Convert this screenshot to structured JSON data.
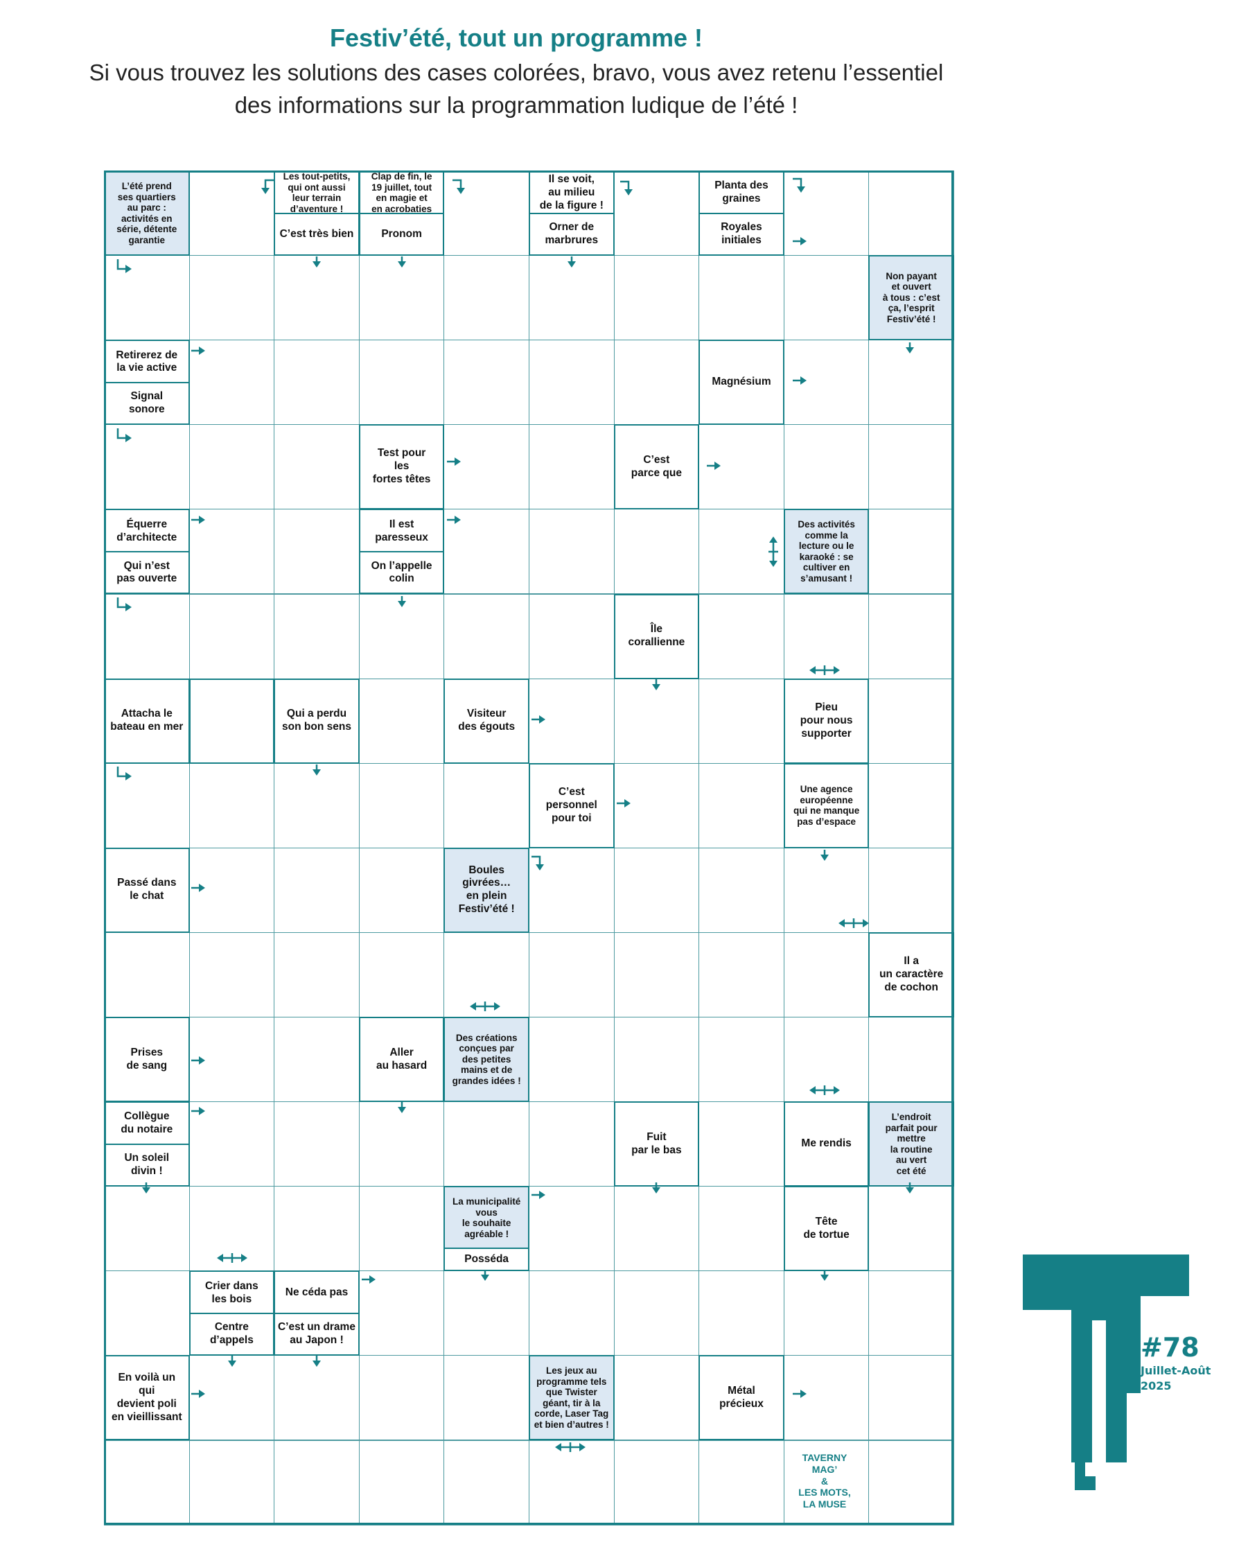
{
  "header": {
    "title": "Festiv’été, tout un programme !",
    "line1": "Si vous trouvez les solutions des cases colorées, bravo, vous avez retenu l’essentiel",
    "line2": "des informations sur la programmation ludique de l’été !"
  },
  "colors": {
    "teal": "#157f86",
    "highlight": "#dce8f3",
    "grid_line": "#4d9aa0"
  },
  "grid": {
    "columns": 10,
    "rows": 16
  },
  "clues": [
    {
      "id": "c-0-0",
      "text": "L’été prend\nses quartiers\nau parc :\nactivités en\nsérie, détente\ngarantie",
      "hl": true
    },
    {
      "id": "c-0-2a",
      "text": "Les tout-petits,\nqui ont aussi\nleur terrain\nd’aventure !",
      "hl": false
    },
    {
      "id": "c-0-2b",
      "text": "C’est très bien",
      "hl": false
    },
    {
      "id": "c-0-3a",
      "text": "Clap de fin, le\n19 juillet, tout\nen magie et\nen acrobaties",
      "hl": false
    },
    {
      "id": "c-0-3b",
      "text": "Pronom",
      "hl": false
    },
    {
      "id": "c-0-5a",
      "text": "Il se voit,\nau milieu\nde la figure !",
      "hl": false
    },
    {
      "id": "c-0-5b",
      "text": "Orner de\nmarbrures",
      "hl": false
    },
    {
      "id": "c-0-7a",
      "text": "Planta des\ngraines",
      "hl": false
    },
    {
      "id": "c-0-7b",
      "text": "Royales\ninitiales",
      "hl": false
    },
    {
      "id": "c-1-9",
      "text": "Non payant\net ouvert\nà tous : c’est\nça, l’esprit\nFestiv’été !",
      "hl": true
    },
    {
      "id": "c-2-0a",
      "text": "Retirerez de\nla vie active",
      "hl": false
    },
    {
      "id": "c-2-0b",
      "text": "Signal\nsonore",
      "hl": false
    },
    {
      "id": "c-2-7",
      "text": "Magnésium",
      "hl": false
    },
    {
      "id": "c-3-3",
      "text": "Test pour\nles\nfortes têtes",
      "hl": false
    },
    {
      "id": "c-3-6",
      "text": "C’est\nparce que",
      "hl": false
    },
    {
      "id": "c-4-0a",
      "text": "Équerre\nd’architecte",
      "hl": false
    },
    {
      "id": "c-4-0b",
      "text": "Qui n’est\npas ouverte",
      "hl": false
    },
    {
      "id": "c-4-3a",
      "text": "Il est\nparesseux",
      "hl": false
    },
    {
      "id": "c-4-3b",
      "text": "On l’appelle\ncolin",
      "hl": false
    },
    {
      "id": "c-4-8",
      "text": "Des activités\ncomme la\nlecture ou le\nkaraoké : se\ncultiver en\ns’amusant !",
      "hl": true
    },
    {
      "id": "c-5-6",
      "text": "Île\ncorallienne",
      "hl": false
    },
    {
      "id": "c-6-0",
      "text": "Attacha le\nbateau en mer",
      "hl": false
    },
    {
      "id": "c-6-1",
      "text": "",
      "hl": false
    },
    {
      "id": "c-6-2",
      "text": "Qui a perdu\nson bon sens",
      "hl": false
    },
    {
      "id": "c-6-4",
      "text": "Visiteur\ndes égouts",
      "hl": false
    },
    {
      "id": "c-6-8",
      "text": "Pieu\npour nous\nsupporter",
      "hl": false
    },
    {
      "id": "c-7-5",
      "text": "C’est\npersonnel\npour toi",
      "hl": false
    },
    {
      "id": "c-7-8",
      "text": "Une agence\neuropéenne\nqui ne manque\npas d’espace",
      "hl": false
    },
    {
      "id": "c-8-0",
      "text": "Passé dans\nle chat",
      "hl": false
    },
    {
      "id": "c-8-4",
      "text": "Boules\ngivrées…\nen plein\nFestiv’été !",
      "hl": true
    },
    {
      "id": "c-9-9",
      "text": "Il a\nun caractère\nde cochon",
      "hl": false
    },
    {
      "id": "c-10-0",
      "text": "Prises\nde sang",
      "hl": false
    },
    {
      "id": "c-10-3",
      "text": "Aller\nau hasard",
      "hl": false
    },
    {
      "id": "c-10-4",
      "text": "Des créations\nconçues par\ndes petites\nmains et de\ngrandes idées !",
      "hl": true
    },
    {
      "id": "c-11-0a",
      "text": "Collègue\ndu notaire",
      "hl": false
    },
    {
      "id": "c-11-0b",
      "text": "Un soleil\ndivin !",
      "hl": false
    },
    {
      "id": "c-11-6",
      "text": "Fuit\npar le bas",
      "hl": false
    },
    {
      "id": "c-11-8",
      "text": "Me rendis",
      "hl": false
    },
    {
      "id": "c-11-9",
      "text": "L’endroit\nparfait pour\nmettre\nla routine\nau vert\ncet été",
      "hl": true
    },
    {
      "id": "c-12-4a",
      "text": "La municipalité\nvous\nle souhaite\nagréable !",
      "hl": true
    },
    {
      "id": "c-12-4b",
      "text": "Posséda",
      "hl": false
    },
    {
      "id": "c-12-8",
      "text": "Tête\nde tortue",
      "hl": false
    },
    {
      "id": "c-13-1a",
      "text": "Crier dans\nles bois",
      "hl": false
    },
    {
      "id": "c-13-1b",
      "text": "Centre\nd’appels",
      "hl": false
    },
    {
      "id": "c-13-2a",
      "text": "Ne céda pas",
      "hl": false
    },
    {
      "id": "c-13-2b",
      "text": "C’est un drame\nau Japon !",
      "hl": false
    },
    {
      "id": "c-14-0",
      "text": "En voilà un\nqui\ndevient poli\nen vieillissant",
      "hl": false
    },
    {
      "id": "c-14-5",
      "text": "Les jeux au\nprogramme tels\nque Twister\ngéant, tir à la\ncorde, Laser Tag\net bien d’autres !",
      "hl": true
    },
    {
      "id": "c-14-7",
      "text": "Métal\nprécieux",
      "hl": false
    }
  ],
  "credit": "TAVERNY\nMAG’\n&\nLES MOTS,\nLA MUSE",
  "logo": {
    "icon": "taverny-t-logo",
    "issue": "#78",
    "date": "Juillet-Août",
    "year": "2025"
  }
}
